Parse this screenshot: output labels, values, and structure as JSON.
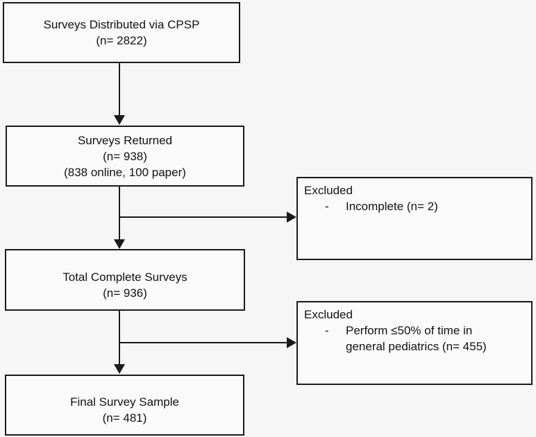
{
  "flowchart": {
    "nodes": {
      "distributed": {
        "lines": [
          "Surveys Distributed via CPSP",
          "(n= 2822)"
        ]
      },
      "returned": {
        "lines": [
          "Surveys Returned",
          "(n= 938)",
          "(838 online, 100 paper)"
        ]
      },
      "excluded_incomplete": {
        "title": "Excluded",
        "marker": "-",
        "lines": [
          "Incomplete (n= 2)"
        ]
      },
      "complete": {
        "lines": [
          "Total Complete Surveys",
          "(n= 936)"
        ]
      },
      "excluded_low_gp_time": {
        "title": "Excluded",
        "marker": "-",
        "lines": [
          "Perform ≤50% of time in",
          "general pediatrics (n= 455)"
        ]
      },
      "final": {
        "lines": [
          "Final Survey Sample",
          "(n= 481)"
        ]
      }
    },
    "colors": {
      "background": "#f6f6f6",
      "box_fill": "#fafafa",
      "border": "#1a1a1a",
      "text": "#111111"
    }
  }
}
